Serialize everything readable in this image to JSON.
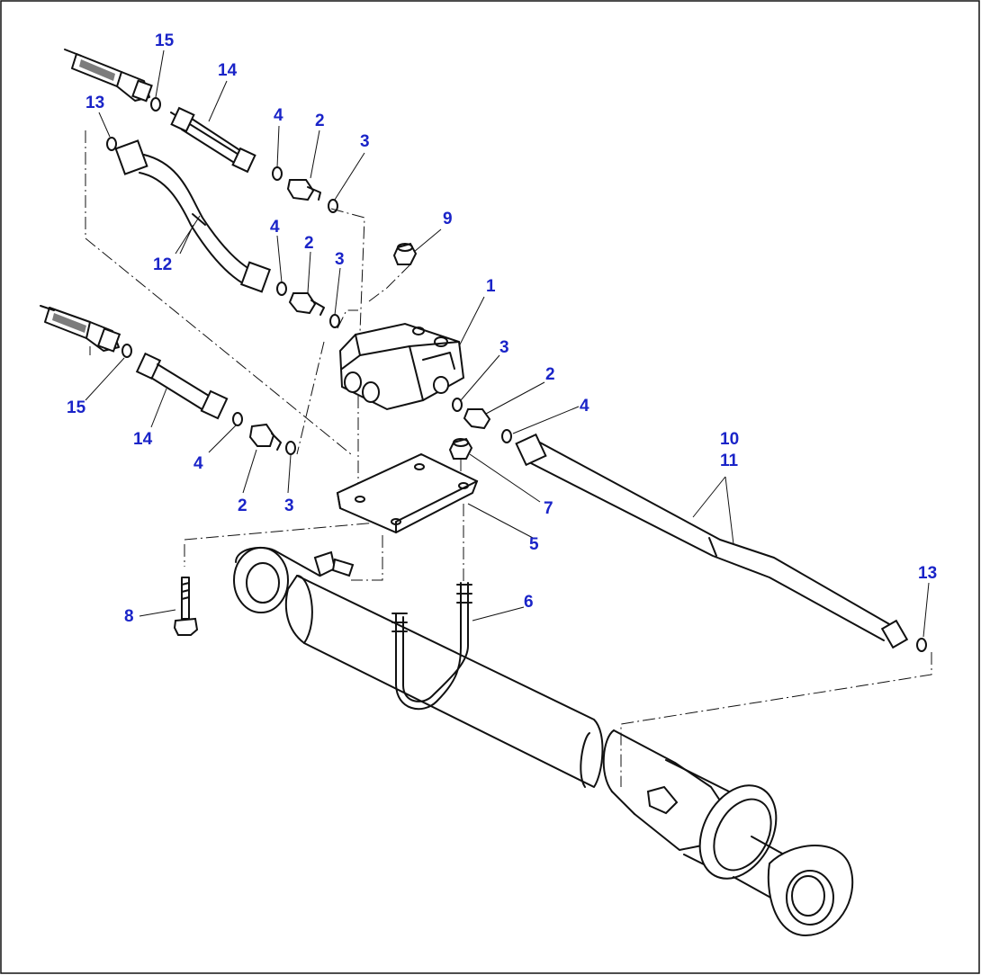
{
  "callouts": {
    "c15a": "15",
    "c14a": "14",
    "c13a": "13",
    "c4a": "4",
    "c2a": "2",
    "c3a": "3",
    "c9": "9",
    "c4b": "4",
    "c2b": "2",
    "c3b": "3",
    "c12": "12",
    "c1": "1",
    "c3c": "3",
    "c2c": "2",
    "c4c": "4",
    "c15b": "15",
    "c14b": "14",
    "c4d": "4",
    "c2d": "2",
    "c3d": "3",
    "c10": "10",
    "c11": "11",
    "c7": "7",
    "c5": "5",
    "c13b": "13",
    "c6": "6",
    "c8": "8"
  },
  "colors": {
    "callout": "#1a24c8",
    "line": "#111111",
    "background": "#ffffff"
  }
}
